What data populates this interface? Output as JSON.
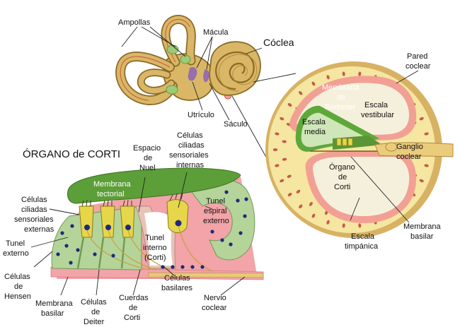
{
  "labels": {
    "ampollas": "Ampollas",
    "macula": "Mácula",
    "coclea": "Cóclea",
    "utriculo": "Utrículo",
    "saculo": "Sáculo",
    "pared": [
      "Pared",
      "coclear"
    ],
    "reissner": [
      "Membrana",
      "de",
      "Reissner"
    ],
    "vestibular": [
      "Escala",
      "vestibular"
    ],
    "media": [
      "Escala",
      "media"
    ],
    "ganglio": [
      "Ganglio",
      "coclear"
    ],
    "organo": [
      "Órgano",
      "de",
      "Corti"
    ],
    "timpanica": [
      "Escala",
      "timpánica"
    ],
    "basilar_right": [
      "Membrana",
      "basilar"
    ],
    "title": "ÓRGANO de CORTI",
    "espacio_nuel": [
      "Espacio",
      "de",
      "Nuel"
    ],
    "ciliadas_internas": [
      "Células",
      "ciliadas",
      "sensoriales",
      "internas"
    ],
    "membrana_tectorial": [
      "Membrana",
      "tectorial"
    ],
    "ciliadas_externas": [
      "Células",
      "ciliadas",
      "sensoriales",
      "externas"
    ],
    "tunel_espiral": [
      "Tunel",
      "espiral",
      "externo"
    ],
    "tunel_externo": [
      "Tunel",
      "externo"
    ],
    "tunel_interno": [
      "Tunel",
      "interno",
      "(Corti)"
    ],
    "hensen": [
      "Células",
      "de",
      "Hensen"
    ],
    "basilar_left": [
      "Membrana",
      "basilar"
    ],
    "deiter": [
      "Células",
      "de",
      "Deiter"
    ],
    "cuerdas": [
      "Cuerdas",
      "de",
      "Corti"
    ],
    "basilares": [
      "Células",
      "basilares"
    ],
    "nervio": [
      "Nervio",
      "coclear"
    ]
  },
  "colors": {
    "bone": "#d8b86a",
    "bone_dark": "#9a7a30",
    "fluid_pink": "#f0a49a",
    "cream": "#f7f1d8",
    "tectorial_green": "#5c9e37",
    "hair_cell_yellow": "#e6d64a",
    "support_green": "#b4d49a",
    "nucleus_blue": "#1f2a7a",
    "nerve": "#e8c97a",
    "basilar_pink": "#f2a4a8",
    "macula_purple": "#8a63b8",
    "ampulla_green": "#8fc46a"
  }
}
